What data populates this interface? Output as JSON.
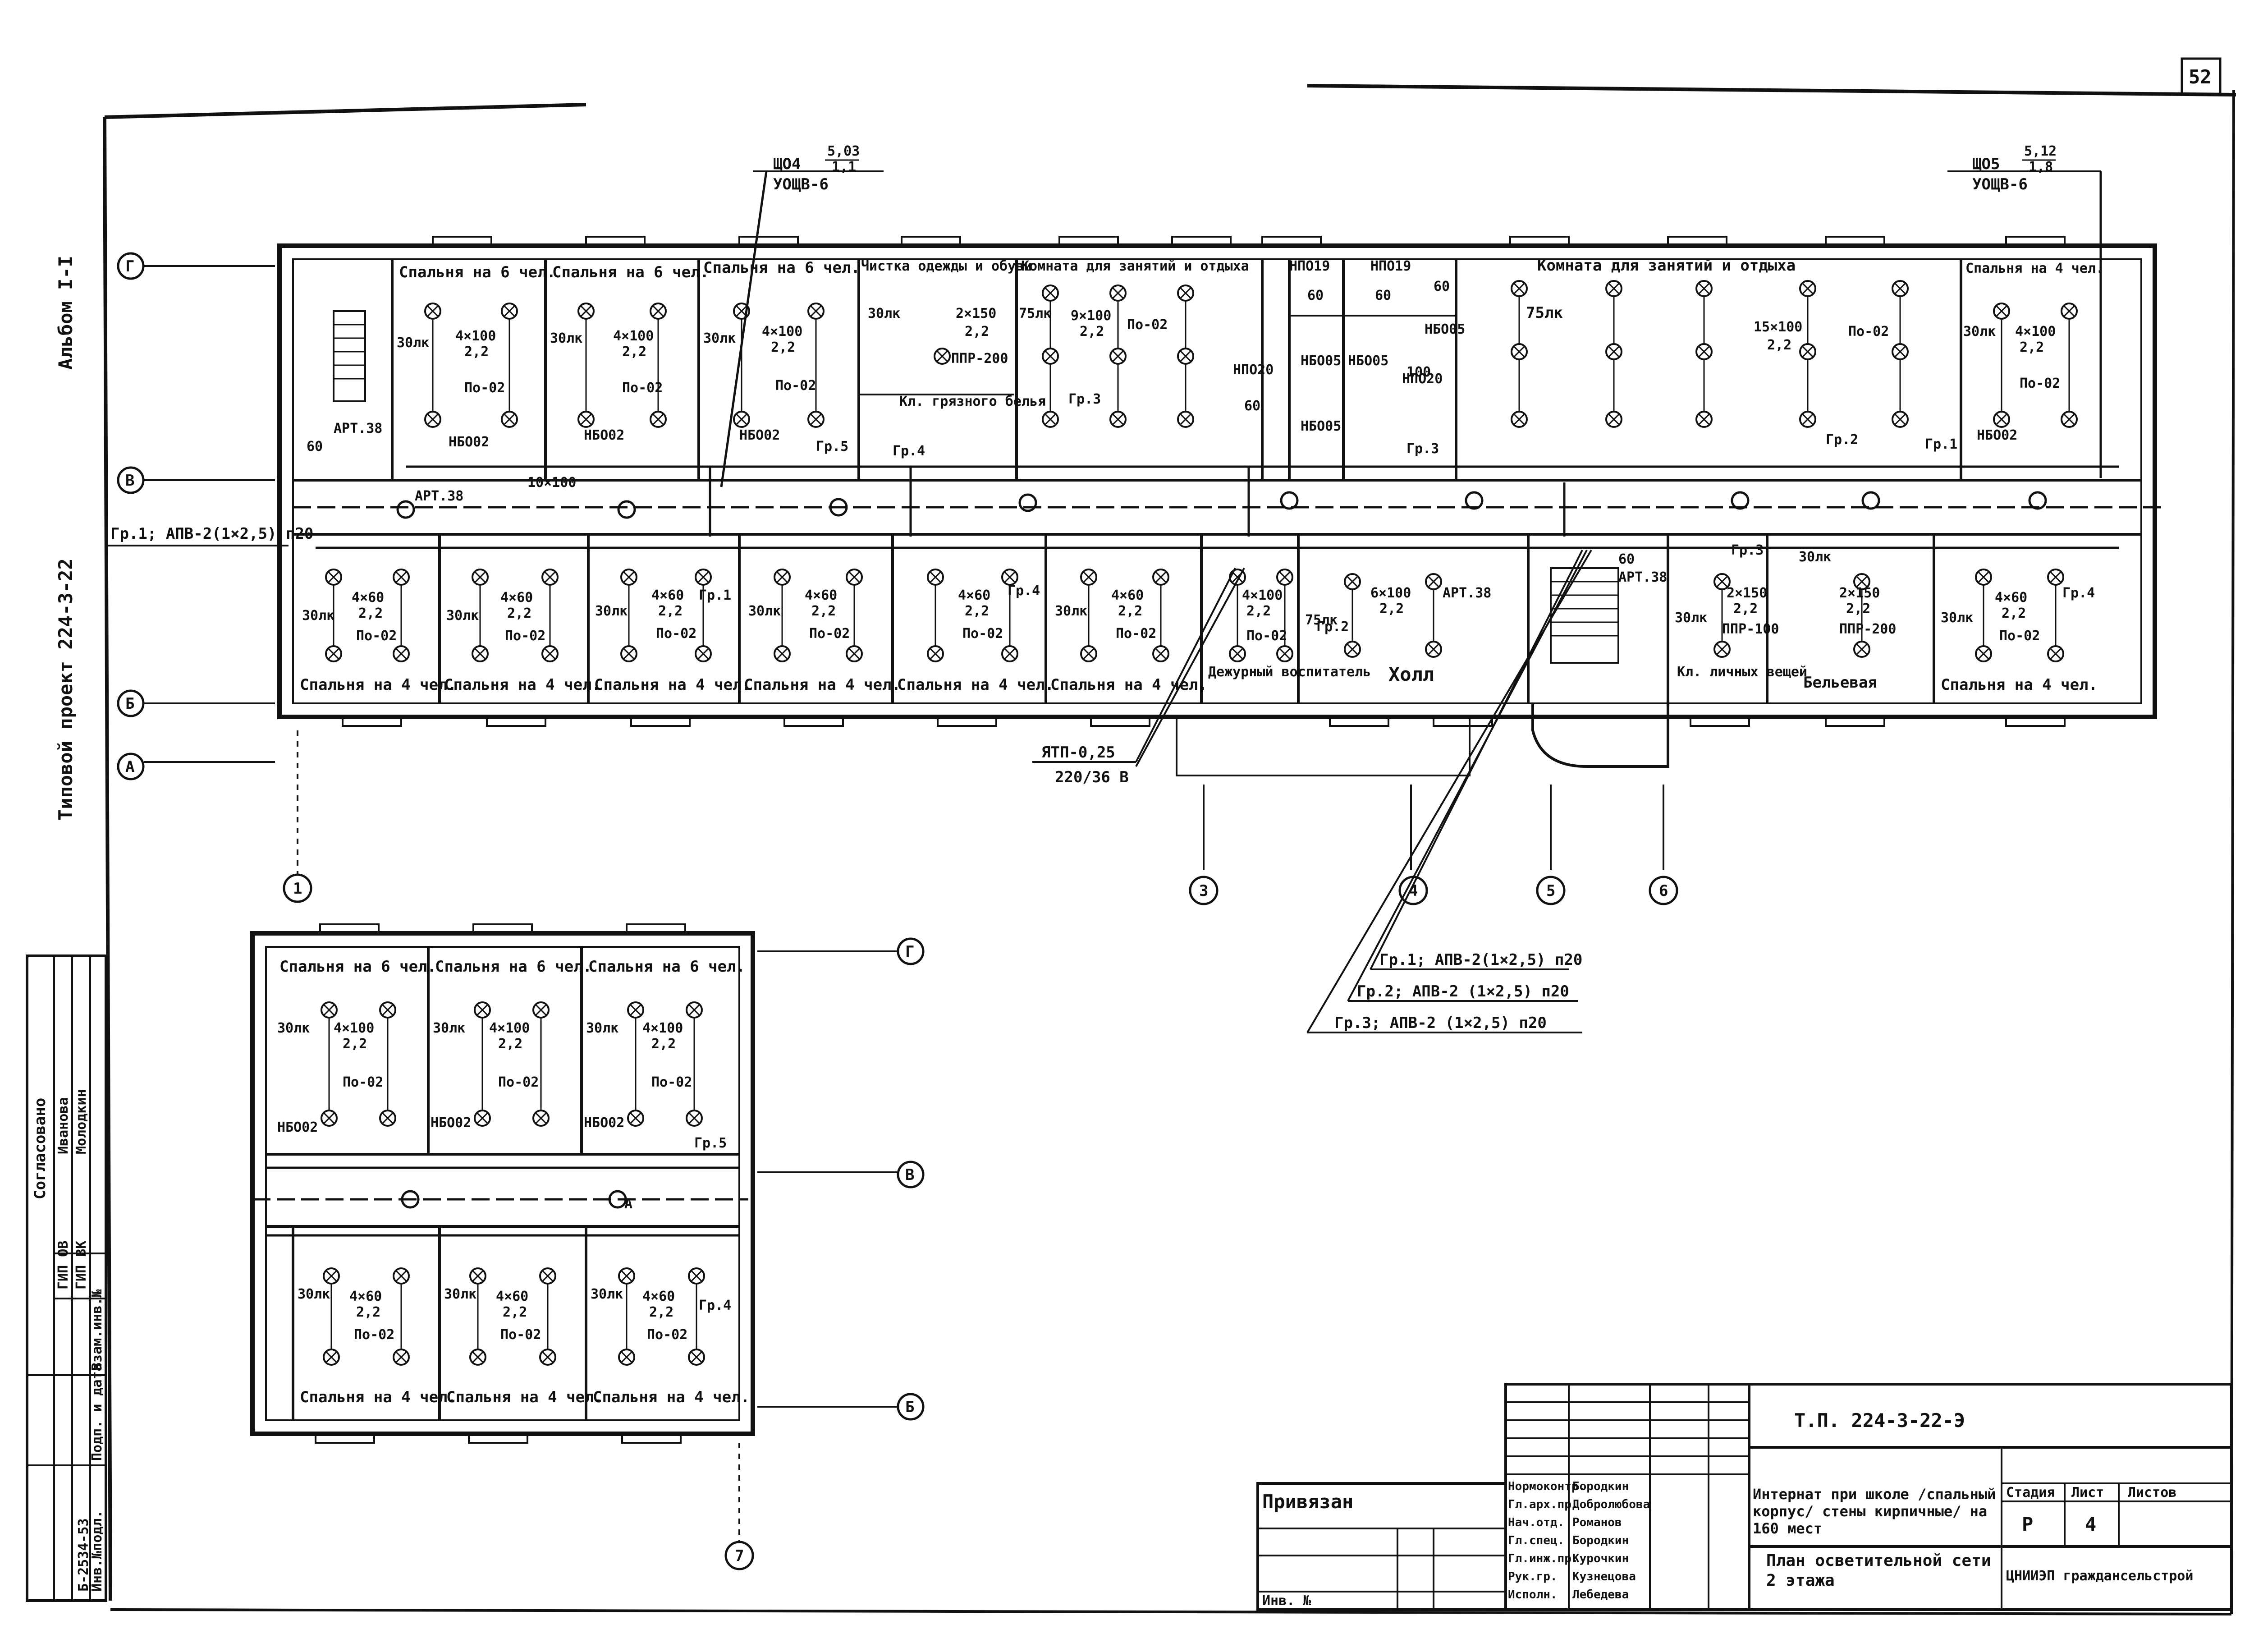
{
  "sheet": {
    "number": "52",
    "album": "Альбом I-I",
    "project": "Типовой проект 224-3-22"
  },
  "grid_axes": {
    "G": "Г",
    "V": "В",
    "B": "Б",
    "A": "А",
    "n1": "1",
    "n3": "3",
    "n4": "4",
    "n5": "5",
    "n6": "6",
    "n7": "7"
  },
  "panels": {
    "shch04": {
      "name": "ЩО4",
      "value": "5,03",
      "sub": "1,1",
      "type": "УОЩВ-6"
    },
    "shch05": {
      "name": "ЩО5",
      "value": "5,12",
      "sub": "1,8",
      "type": "УОЩВ-6"
    }
  },
  "transformer": {
    "name": "ЯТП-0,25",
    "voltage": "220/36 В"
  },
  "feeders": {
    "g1_left": "Гр.1; АПВ-2(1×2,5) п20",
    "g1": "Гр.1; АПВ-2(1×2,5) п20",
    "g2": "Гр.2; АПВ-2 (1×2,5) п20",
    "g3": "Гр.3; АПВ-2 (1×2,5) п20"
  },
  "labels": {
    "room_dorm6": "Спальня на 6 чел.",
    "room_dorm4": "Спальня на 4 чел.",
    "room_cleaning": "Чистка одежды и обуви",
    "room_study": "Комната для занятий и отдыха",
    "room_study_big": "Комната для занятий и отдыха",
    "room_dirty": "Кл. грязного белья",
    "room_duty": "Дежурный воспитатель",
    "room_hall": "Холл",
    "room_storage": "Кл. личных вещей",
    "room_linen": "Бельевая",
    "lux30": "30лк",
    "lux75": "75лк",
    "lamp_4x100": "4×100",
    "lamp_9x100": "9×100",
    "lamp_15x100": "15×100",
    "lamp_6x100": "6×100",
    "lamp_10x100": "10×100",
    "lamp_2x150": "2×150",
    "lamp_4x60": "4×60",
    "h22": "2,2",
    "po02": "По-02",
    "ppr200": "ППР-200",
    "ppr100": "ППР-100",
    "art38": "АРТ.38",
    "nbo02": "НБО02",
    "nbo05": "НБО05",
    "npo19": "НПО19",
    "npo20": "НПО20",
    "n60": "60",
    "n100": "100",
    "gr1": "Гр.1",
    "gr2": "Гр.2",
    "gr3": "Гр.3",
    "gr4": "Гр.4",
    "gr5": "Гр.5",
    "a": "А"
  },
  "side_stamp": {
    "agreed": "Согласовано",
    "gip_ov": "ГИП ОВ",
    "gip_vk": "ГИП ВК",
    "name1": "Иванова",
    "name2": "Молодкин",
    "inv_orig": "Инв.№подл.",
    "sign_date": "Подп. и дата",
    "inv_repl": "Взам.инв.№",
    "inv_value": "Б-2534-53"
  },
  "title_block": {
    "code": "Т.П. 224-3-22-Э",
    "attached": "Привязан",
    "inv": "Инв. №",
    "description": "Интернат при школе /спальный корпус/ стены кирпичные/ на 160 мест",
    "sheet_title": "План осветительной сети 2 этажа",
    "stage_h": "Стадия",
    "sheet_h": "Лист",
    "sheets_h": "Листов",
    "stage": "Р",
    "sheet": "4",
    "org": "ЦНИИЭП граждансельстрой",
    "roles": [
      {
        "role": "Нормоконтр.",
        "name": "Бородкин"
      },
      {
        "role": "Гл.арх.пр.",
        "name": "Добролюбова"
      },
      {
        "role": "Нач.отд.",
        "name": "Романов"
      },
      {
        "role": "Гл.спец.",
        "name": "Бородкин"
      },
      {
        "role": "Гл.инж.пр.",
        "name": "Курочкин"
      },
      {
        "role": "Рук.гр.",
        "name": "Кузнецова"
      },
      {
        "role": "Исполн.",
        "name": "Лебедева"
      }
    ]
  }
}
